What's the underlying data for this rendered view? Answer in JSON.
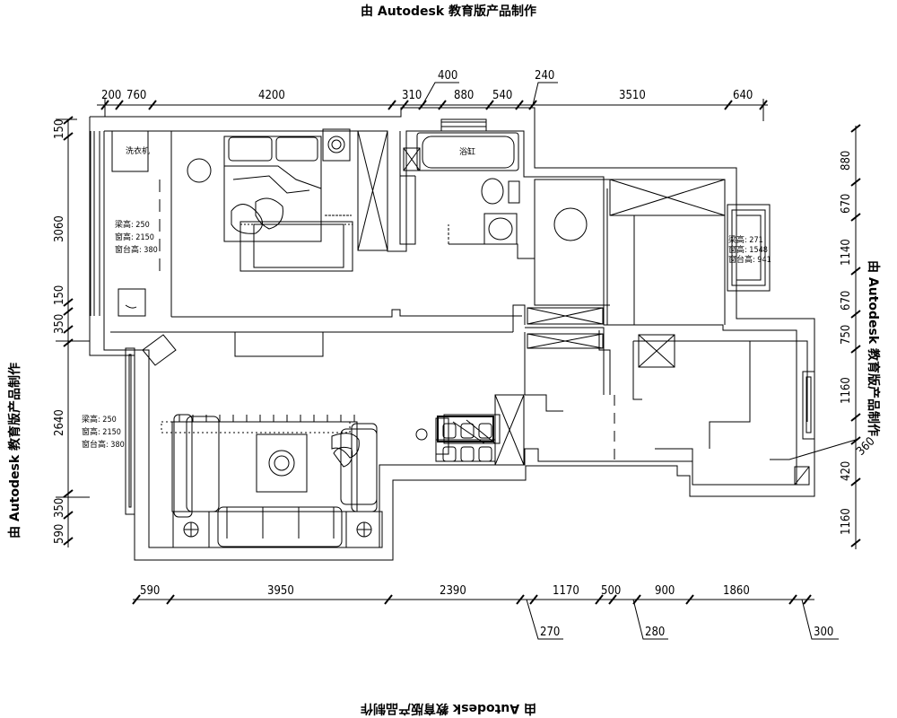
{
  "watermark": "由 Autodesk 教育版产品制作",
  "dims": {
    "top_200": "200",
    "top_760": "760",
    "top_4200": "4200",
    "top_310": "310",
    "top_400": "400",
    "top_880": "880",
    "top_540": "540",
    "top_240": "240",
    "top_3510": "3510",
    "top_640": "640",
    "bot_590": "590",
    "bot_3950": "3950",
    "bot_2390": "2390",
    "bot_1170": "1170",
    "bot_500": "500",
    "bot_900": "900",
    "bot_1860": "1860",
    "bot_270": "270",
    "bot_280": "280",
    "bot_300": "300",
    "left_150a": "150",
    "left_3060": "3060",
    "left_150b": "150",
    "left_350a": "350",
    "left_2640": "2640",
    "left_350b": "350",
    "left_590": "590",
    "right_880": "880",
    "right_670a": "670",
    "right_1140": "1140",
    "right_670b": "670",
    "right_750": "750",
    "right_1160a": "1160",
    "right_360": "360",
    "right_420": "420",
    "right_1160b": "1160"
  },
  "notes": {
    "n1a": "梁高: 250",
    "n1b": "窗高: 2150",
    "n1c": "窗台高: 380",
    "n2a": "梁高: 250",
    "n2b": "窗高: 2150",
    "n2c": "窗台高: 380",
    "n3a": "梁高: 271",
    "n3b": "窗高: 1548",
    "n3c": "窗台高: 941",
    "washer": "洗衣机",
    "tub": "浴缸"
  },
  "colors": {
    "line": "#000000",
    "background": "#ffffff"
  }
}
